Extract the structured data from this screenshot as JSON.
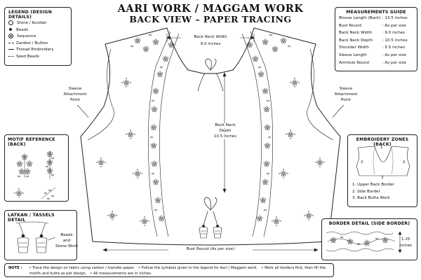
{
  "title": {
    "line1": "AARI WORK / MAGGAM WORK",
    "line2": "BACK VIEW – PAPER TRACING"
  },
  "legend": {
    "heading": "LEGEND (DESIGN DETAILS)",
    "items": [
      {
        "icon": "stone-icon",
        "label": "Stone / Kundan"
      },
      {
        "icon": "bead-icon",
        "label": "Beads"
      },
      {
        "icon": "sequence-icon",
        "label": "Sequence"
      },
      {
        "icon": "zardosi-line-icon",
        "label": "Zardosi / Bullion"
      },
      {
        "icon": "thread-line-icon",
        "label": "Thread Embroidery"
      },
      {
        "icon": "seed-beads-icon",
        "label": "Seed Beads"
      }
    ]
  },
  "measurements": {
    "heading": "MEASUREMENTS GUIDE",
    "rows": [
      {
        "label": "Blouse Length (Back)",
        "value": "13.5 inches"
      },
      {
        "label": "Bust Round",
        "value": "As per size"
      },
      {
        "label": "Back Neck Width",
        "value": "9.0 inches"
      },
      {
        "label": "Back Neck Depth",
        "value": "10.5 inches"
      },
      {
        "label": "Shoulder Width",
        "value": "5.5 inches"
      },
      {
        "label": "Sleeve Length",
        "value": "As per size"
      },
      {
        "label": "Armhole Round",
        "value": "As per size"
      }
    ]
  },
  "motif_reference": {
    "heading": "MOTIF REFERENCE (BACK)"
  },
  "latkan": {
    "heading": "LATKAN / TASSELS DETAIL",
    "callout_line1": "Beads",
    "callout_line2": "and",
    "callout_line3": "Stone Work"
  },
  "embroidery_zones": {
    "heading": "EMBROIDERY ZONES (BACK)",
    "zone_labels": [
      "1",
      "2",
      "2",
      "3"
    ],
    "items": [
      "1.  Upper Back Border",
      "2.  Side Border",
      "3.  Back Butta Work"
    ]
  },
  "border_detail": {
    "heading": "BORDER DETAIL (SIDE BORDER)",
    "value": "1.25",
    "unit": "inches"
  },
  "diagram": {
    "neck_width_label": "Back Neck Width",
    "neck_width_value": "9.0 inches",
    "neck_depth_label1": "Back Neck",
    "neck_depth_label2": "Depth",
    "neck_depth_value": "10.5 inches",
    "sleeve_left_1": "Sleeve",
    "sleeve_left_2": "Attachment",
    "sleeve_left_3": "Point",
    "sleeve_right_1": "Sleeve",
    "sleeve_right_2": "Attachment",
    "sleeve_right_3": "Point",
    "bust_round_label": "Bust Round (As per size)"
  },
  "note": {
    "label": "NOTE :",
    "bullets": [
      "Trace the design on fabric using carbon / transfer paper.",
      "Follow the symbols given in the legend for Aari / Maggam work.",
      "Work all borders first, then fill the",
      "All measurements are in inches."
    ],
    "line2_prefix": "motifs and butta as per design."
  }
}
